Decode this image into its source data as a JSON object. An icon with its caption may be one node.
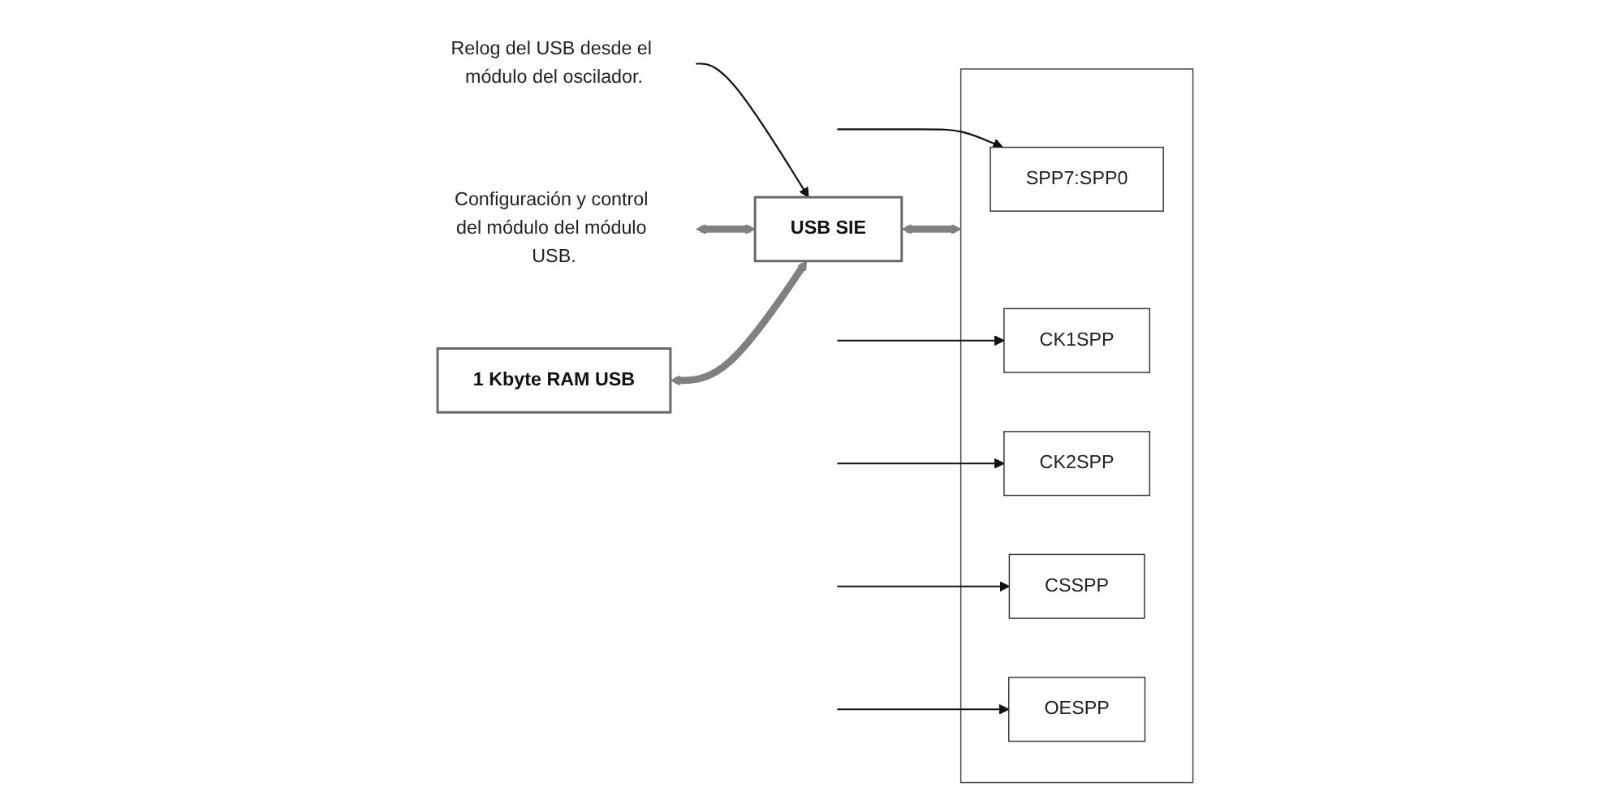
{
  "diagram": {
    "nodes": [
      {
        "text": [
          "Relog del USB desde el módulo del oscilador."
        ]
      },
      {
        "text": [
          "USB SIE"
        ]
      },
      {
        "text": [
          "Configuración y control del módulo del módulo USB."
        ]
      },
      {
        "text": [
          "1 Kbyte RAM USB"
        ]
      },
      {
        "text": [],
        "shape": "bracket"
      },
      {
        "text": [
          "SPP7:SPP0"
        ],
        "in": 4
      },
      {
        "text": [
          "CK1SPP"
        ],
        "in": 4
      },
      {
        "text": [
          "CK2SPP"
        ],
        "in": 4
      },
      {
        "text": [
          "CSSPP"
        ],
        "in": 4
      },
      {
        "text": [
          "OESPP"
        ],
        "in": 4
      }
    ],
    "edges": [
      {
        "from": 0,
        "to": 1,
        "arrow": "to"
      },
      {
        "from": 2,
        "to": 1,
        "arrow": "both",
        "style": "thick",
        "color": "#808080"
      },
      {
        "from": 3,
        "to": 1,
        "arrow": "both",
        "style": "thick",
        "color": "#808080"
      },
      {
        "from": 1,
        "to": 4,
        "arrow": "both",
        "style": "thick",
        "color": "#808080"
      },
      {
        "from": null,
        "to": 5,
        "arrow": "to"
      },
      {
        "from": null,
        "to": 6,
        "arrow": "to"
      },
      {
        "from": null,
        "to": 7,
        "arrow": "to"
      },
      {
        "from": null,
        "to": 8,
        "arrow": "to"
      },
      {
        "from": null,
        "to": 9,
        "arrow": "to"
      }
    ]
  }
}
